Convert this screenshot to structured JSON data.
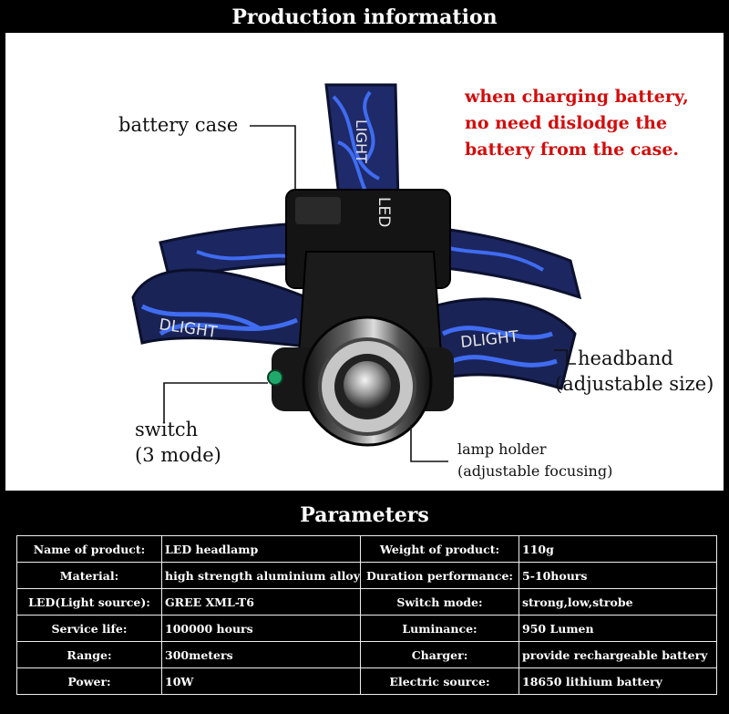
{
  "header": {
    "title": "Production information"
  },
  "photo": {
    "labels": {
      "battery_case": "battery case",
      "headband_1": "headband",
      "headband_2": "(adjustable size)",
      "switch_1": "switch",
      "switch_2": "(3 mode)",
      "lamp_1": "lamp holder",
      "lamp_2": "(adjustable focusing)"
    },
    "note": {
      "lines": [
        "when charging battery,",
        "no need dislodge the",
        "battery from the case."
      ],
      "color": "#d20d0d"
    },
    "band_text_left": "DLIGHT",
    "band_text_right": "DLIGHT",
    "band_text_top": "LIGHT",
    "band_text_led": "LED"
  },
  "parameters": {
    "title": "Parameters",
    "rows": [
      {
        "k1": "Name of product:",
        "v1": "LED headlamp",
        "k2": "Weight of product:",
        "v2": "110g"
      },
      {
        "k1": "Material:",
        "v1": "high strength aluminium alloy",
        "k2": "Duration performance:",
        "v2": "5-10hours"
      },
      {
        "k1": "LED(Light source):",
        "v1": "GREE  XML-T6",
        "k2": "Switch mode:",
        "v2": "strong,low,strobe"
      },
      {
        "k1": "Service life:",
        "v1": "100000 hours",
        "k2": "Luminance:",
        "v2": "950 Lumen"
      },
      {
        "k1": "Range:",
        "v1": "300meters",
        "k2": "Charger:",
        "v2": "provide rechargeable battery"
      },
      {
        "k1": "Power:",
        "v1": "10W",
        "k2": "Electric source:",
        "v2": "18650 lithium battery"
      }
    ]
  },
  "colors": {
    "background": "#000000",
    "band_blue": "#1f3fb8",
    "note_red": "#d20d0d"
  }
}
